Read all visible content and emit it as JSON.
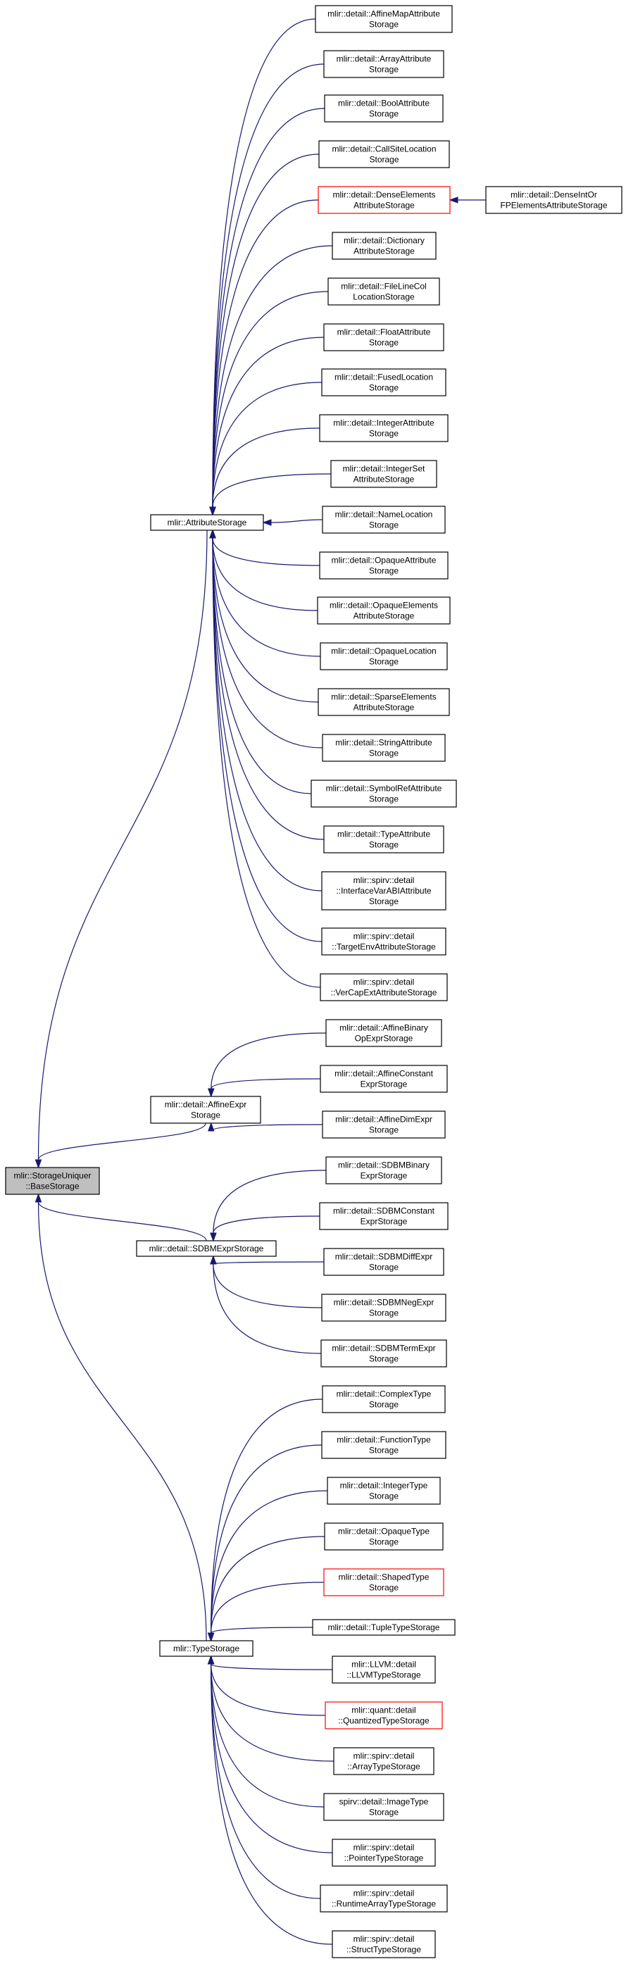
{
  "graph": {
    "root": {
      "id": "base",
      "lines": [
        "mlir::StorageUniquer",
        "::BaseStorage"
      ],
      "style": "root"
    },
    "groups": [
      {
        "id": "attr",
        "lines": [
          "mlir::AttributeStorage"
        ],
        "children": [
          {
            "id": "a1",
            "lines": [
              "mlir::detail::AffineMapAttribute",
              "Storage"
            ]
          },
          {
            "id": "a2",
            "lines": [
              "mlir::detail::ArrayAttribute",
              "Storage"
            ]
          },
          {
            "id": "a3",
            "lines": [
              "mlir::detail::BoolAttribute",
              "Storage"
            ]
          },
          {
            "id": "a4",
            "lines": [
              "mlir::detail::CallSiteLocation",
              "Storage"
            ]
          },
          {
            "id": "a5",
            "lines": [
              "mlir::detail::DenseElements",
              "AttributeStorage"
            ],
            "style": "red"
          },
          {
            "id": "a6",
            "lines": [
              "mlir::detail::Dictionary",
              "AttributeStorage"
            ]
          },
          {
            "id": "a7",
            "lines": [
              "mlir::detail::FileLineCol",
              "LocationStorage"
            ]
          },
          {
            "id": "a8",
            "lines": [
              "mlir::detail::FloatAttribute",
              "Storage"
            ]
          },
          {
            "id": "a9",
            "lines": [
              "mlir::detail::FusedLocation",
              "Storage"
            ]
          },
          {
            "id": "a10",
            "lines": [
              "mlir::detail::IntegerAttribute",
              "Storage"
            ]
          },
          {
            "id": "a11",
            "lines": [
              "mlir::detail::IntegerSet",
              "AttributeStorage"
            ]
          },
          {
            "id": "a12",
            "lines": [
              "mlir::detail::NameLocation",
              "Storage"
            ]
          },
          {
            "id": "a13",
            "lines": [
              "mlir::detail::OpaqueAttribute",
              "Storage"
            ]
          },
          {
            "id": "a14",
            "lines": [
              "mlir::detail::OpaqueElements",
              "AttributeStorage"
            ]
          },
          {
            "id": "a15",
            "lines": [
              "mlir::detail::OpaqueLocation",
              "Storage"
            ]
          },
          {
            "id": "a16",
            "lines": [
              "mlir::detail::SparseElements",
              "AttributeStorage"
            ]
          },
          {
            "id": "a17",
            "lines": [
              "mlir::detail::StringAttribute",
              "Storage"
            ]
          },
          {
            "id": "a18",
            "lines": [
              "mlir::detail::SymbolRefAttribute",
              "Storage"
            ]
          },
          {
            "id": "a19",
            "lines": [
              "mlir::detail::TypeAttribute",
              "Storage"
            ]
          },
          {
            "id": "a20",
            "lines": [
              "mlir::spirv::detail",
              "::InterfaceVarABIAttribute",
              "Storage"
            ]
          },
          {
            "id": "a21",
            "lines": [
              "mlir::spirv::detail",
              "::TargetEnvAttributeStorage"
            ]
          },
          {
            "id": "a22",
            "lines": [
              "mlir::spirv::detail",
              "::VerCapExtAttributeStorage"
            ]
          }
        ]
      },
      {
        "id": "affine",
        "lines": [
          "mlir::detail::AffineExpr",
          "Storage"
        ],
        "children": [
          {
            "id": "b1",
            "lines": [
              "mlir::detail::AffineBinary",
              "OpExprStorage"
            ]
          },
          {
            "id": "b2",
            "lines": [
              "mlir::detail::AffineConstant",
              "ExprStorage"
            ]
          },
          {
            "id": "b3",
            "lines": [
              "mlir::detail::AffineDimExpr",
              "Storage"
            ]
          }
        ]
      },
      {
        "id": "sdbm",
        "lines": [
          "mlir::detail::SDBMExprStorage"
        ],
        "children": [
          {
            "id": "c1",
            "lines": [
              "mlir::detail::SDBMBinary",
              "ExprStorage"
            ]
          },
          {
            "id": "c2",
            "lines": [
              "mlir::detail::SDBMConstant",
              "ExprStorage"
            ]
          },
          {
            "id": "c3",
            "lines": [
              "mlir::detail::SDBMDiffExpr",
              "Storage"
            ]
          },
          {
            "id": "c4",
            "lines": [
              "mlir::detail::SDBMNegExpr",
              "Storage"
            ]
          },
          {
            "id": "c5",
            "lines": [
              "mlir::detail::SDBMTermExpr",
              "Storage"
            ]
          }
        ]
      },
      {
        "id": "type",
        "lines": [
          "mlir::TypeStorage"
        ],
        "children": [
          {
            "id": "t1",
            "lines": [
              "mlir::detail::ComplexType",
              "Storage"
            ]
          },
          {
            "id": "t2",
            "lines": [
              "mlir::detail::FunctionType",
              "Storage"
            ]
          },
          {
            "id": "t3",
            "lines": [
              "mlir::detail::IntegerType",
              "Storage"
            ]
          },
          {
            "id": "t4",
            "lines": [
              "mlir::detail::OpaqueType",
              "Storage"
            ]
          },
          {
            "id": "t5",
            "lines": [
              "mlir::detail::ShapedType",
              "Storage"
            ],
            "style": "red"
          },
          {
            "id": "t6",
            "lines": [
              "mlir::detail::TupleTypeStorage"
            ]
          },
          {
            "id": "t7",
            "lines": [
              "mlir::LLVM::detail",
              "::LLVMTypeStorage"
            ]
          },
          {
            "id": "t8",
            "lines": [
              "mlir::quant::detail",
              "::QuantizedTypeStorage"
            ],
            "style": "red"
          },
          {
            "id": "t9",
            "lines": [
              "mlir::spirv::detail",
              "::ArrayTypeStorage"
            ]
          },
          {
            "id": "t10",
            "lines": [
              "spirv::detail::ImageType",
              "Storage"
            ]
          },
          {
            "id": "t11",
            "lines": [
              "mlir::spirv::detail",
              "::PointerTypeStorage"
            ]
          },
          {
            "id": "t12",
            "lines": [
              "mlir::spirv::detail",
              "::RuntimeArrayTypeStorage"
            ]
          },
          {
            "id": "t13",
            "lines": [
              "mlir::spirv::detail",
              "::StructTypeStorage"
            ]
          }
        ]
      }
    ],
    "extra": {
      "id": "dint",
      "parent": "a5",
      "lines": [
        "mlir::detail::DenseIntOr",
        "FPElementsAttributeStorage"
      ]
    }
  },
  "colors": {
    "edge": "#191970",
    "root_fill": "#bfbfbf",
    "highlight_border": "#ff0000"
  }
}
